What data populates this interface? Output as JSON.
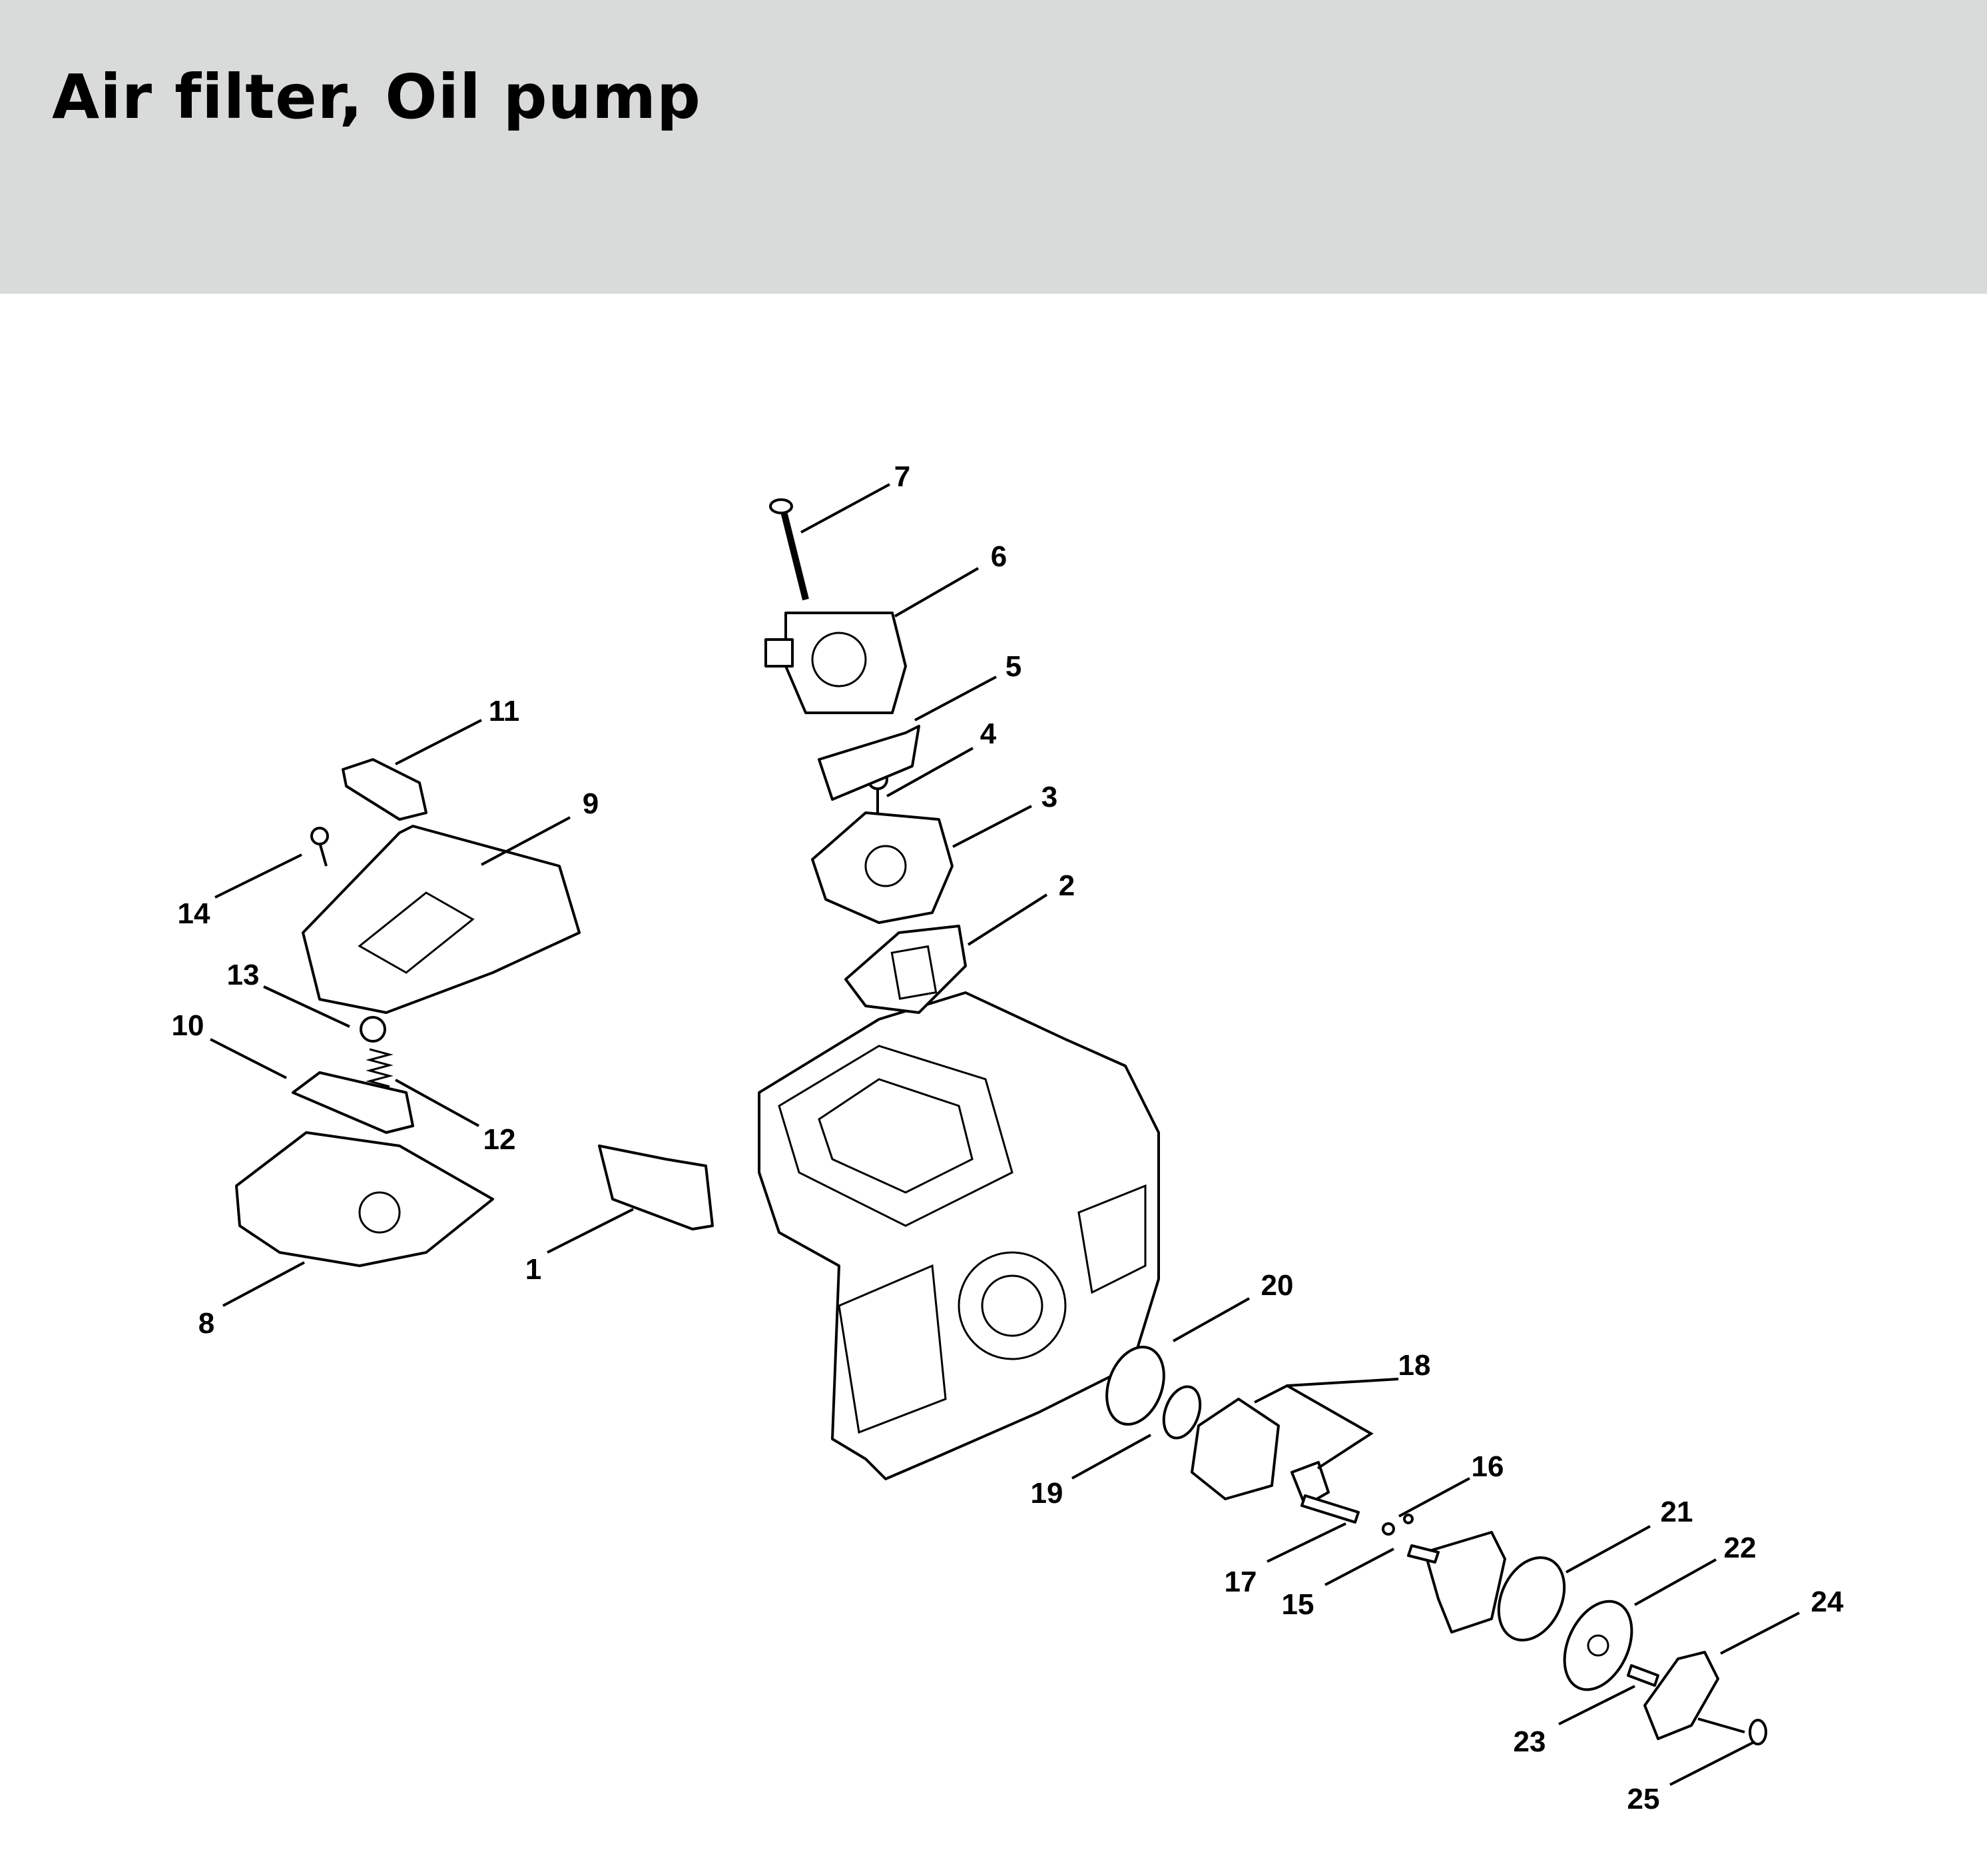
{
  "header": {
    "title": "Air filter, Oil pump"
  },
  "callouts": [
    "1",
    "2",
    "3",
    "4",
    "5",
    "6",
    "7",
    "8",
    "9",
    "10",
    "11",
    "12",
    "13",
    "14",
    "15",
    "16",
    "17",
    "18",
    "19",
    "20",
    "21",
    "22",
    "23",
    "24",
    "25"
  ],
  "colors": {
    "header_bg": "#d9dbda",
    "ink": "#000000",
    "background": "#ffffff"
  }
}
